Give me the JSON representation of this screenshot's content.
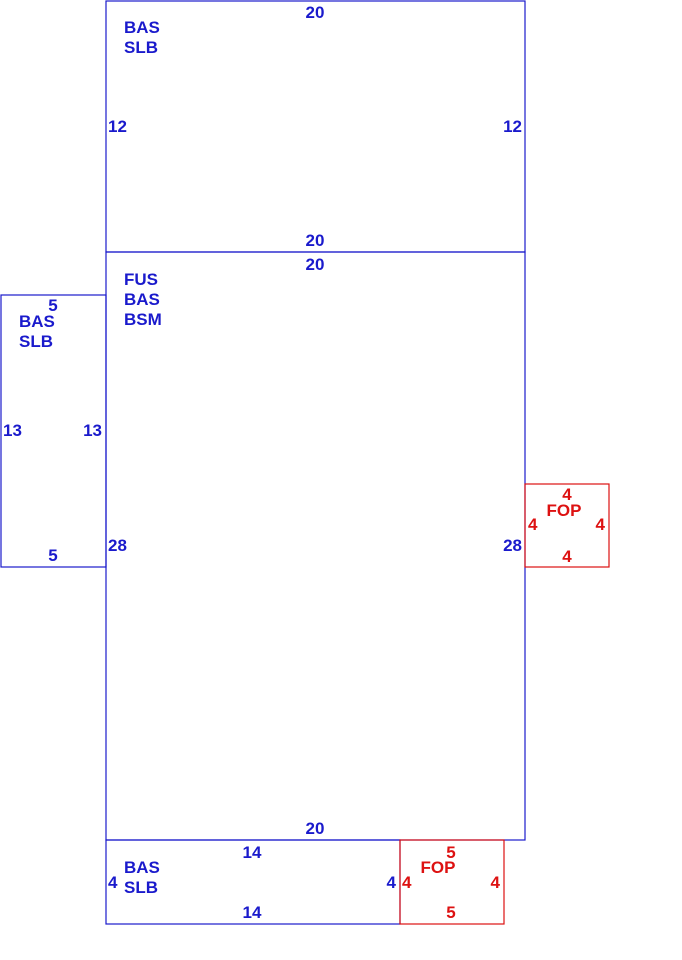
{
  "colors": {
    "main": "#1a1acc",
    "porch": "#dd1111"
  },
  "areas": [
    {
      "id": "top-bas-slb",
      "labels": [
        "BAS",
        "SLB"
      ],
      "dims": {
        "top": "20",
        "bottom": "20",
        "left": "12",
        "right": "12"
      }
    },
    {
      "id": "main-fus-bas-bsm",
      "labels": [
        "FUS",
        "BAS",
        "BSM"
      ],
      "dims": {
        "top": "20",
        "bottom": "20",
        "left": "28",
        "right": "28"
      }
    },
    {
      "id": "left-bas-slb",
      "labels": [
        "BAS",
        "SLB"
      ],
      "dims": {
        "top": "5",
        "bottom": "5",
        "left": "13",
        "right": "13"
      }
    },
    {
      "id": "right-fop",
      "labels": [
        "FOP"
      ],
      "dims": {
        "top": "4",
        "bottom": "4",
        "left": "4",
        "right": "4"
      }
    },
    {
      "id": "bottom-bas-slb",
      "labels": [
        "BAS",
        "SLB"
      ],
      "dims": {
        "top": "14",
        "bottom": "14",
        "left": "4",
        "right": "4"
      }
    },
    {
      "id": "bottom-fop",
      "labels": [
        "FOP"
      ],
      "dims": {
        "top": "5",
        "bottom": "5",
        "left": "4",
        "right": "4"
      }
    }
  ]
}
